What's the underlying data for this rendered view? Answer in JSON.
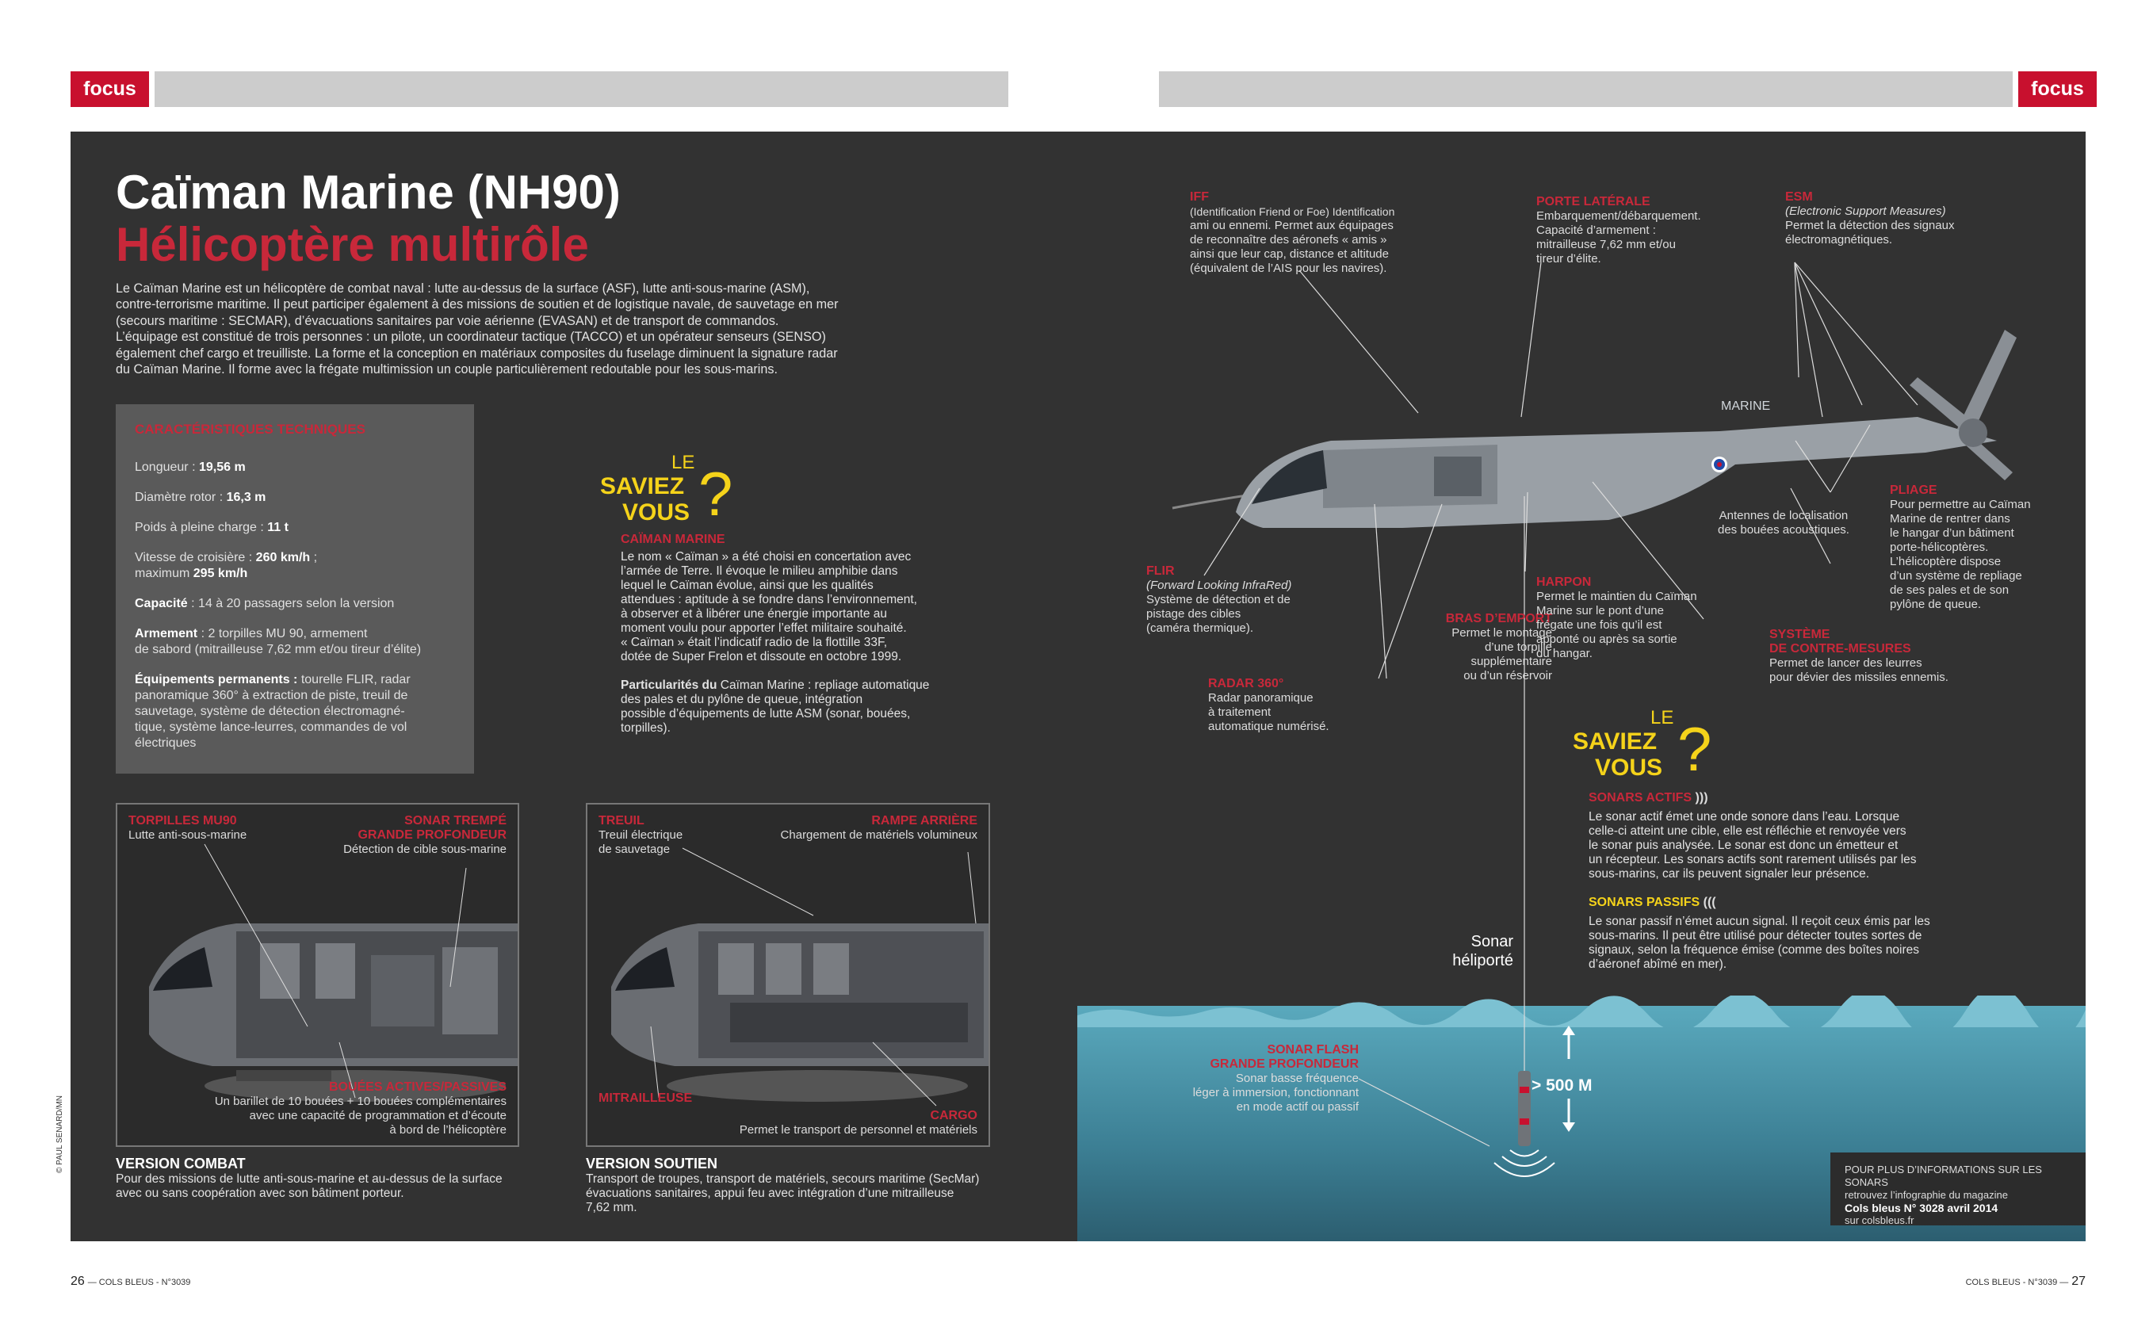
{
  "header": {
    "tag_left": "focus",
    "tag_right": "focus"
  },
  "title": {
    "line1": "Caïman Marine (NH90)",
    "line2": "Hélicoptère multirôle"
  },
  "intro": [
    "Le Caïman Marine est un hélicoptère de combat naval : lutte au-dessus de la surface (ASF), lutte anti-sous-marine (ASM),",
    "contre-terrorisme maritime. Il peut participer également à des missions de soutien et de logistique navale, de sauvetage en mer",
    "(secours maritime : SECMAR), d’évacuations sanitaires par voie aérienne (EVASAN) et de transport de commandos.",
    "L’équipage est constitué de trois personnes : un pilote, un coordinateur tactique (TACCO) et un opérateur senseurs (SENSO)",
    "également chef cargo et treuilliste. La forme et la conception en matériaux composites du fuselage diminuent la signature radar",
    "du Caïman Marine. Il forme avec la frégate multimission un couple particulièrement redoutable pour les sous-marins."
  ],
  "characteristics": {
    "title": "CARACTÉRISTIQUES TECHNIQUES",
    "items": [
      {
        "label": "Longueur : ",
        "value": "19,56 m"
      },
      {
        "label": "Diamètre rotor : ",
        "value": "16,3 m"
      },
      {
        "label": "Poids à pleine charge : ",
        "value": "11 t"
      },
      {
        "label": "Vitesse de croisière : ",
        "value": "260 km/h",
        "extra1": " ;",
        "extra2": "maximum ",
        "value2": "295 km/h"
      },
      {
        "label": "Capacité",
        "value": " : 14 à 20 passagers selon la version"
      },
      {
        "label": "Armement",
        "value": " : 2 torpilles MU 90, armement",
        "value2": "de sabord (mitrailleuse 7,62 mm et/ou tireur d’élite)"
      },
      {
        "label": "Équipements permanents :",
        "lines": [
          " tourelle FLIR, radar",
          "panoramique 360° à extraction de piste, treuil de",
          "sauvetage, système de détection électromagné-",
          "tique, système lance-leurres, commandes de vol",
          "électriques"
        ]
      }
    ]
  },
  "did_you_know_1": {
    "le": "LE",
    "saviez": "SAVIEZ",
    "vous": "VOUS",
    "q": "?",
    "heading": "CAÏMAN MARINE",
    "text": [
      "Le nom « Caïman » a été choisi en concertation avec",
      "l’armée de Terre. Il évoque le milieu amphibie dans",
      "lequel le Caïman évolue, ainsi que les qualités",
      "attendues : aptitude à se fondre dans l’environnement,",
      "à observer et à libérer une énergie importante au",
      "moment voulu pour apporter l’effet militaire souhaité.",
      "« Caïman » était l’indicatif radio de la flottille 33F,",
      "dotée de Super Frelon et dissoute en octobre 1999."
    ],
    "part_label": "Particularités du",
    "part_text": [
      "Caïman Marine : repliage automatique",
      "des pales et du pylône de queue, intégration",
      "possible d’équipements de lutte ASM (sonar, bouées,",
      "torpilles)."
    ]
  },
  "combat": {
    "t1_label": "TORPILLES MU90",
    "t1_desc": "Lutte anti-sous-marine",
    "t2_label1": "SONAR TREMPÉ",
    "t2_label2": "GRANDE PROFONDEUR",
    "t2_desc": "Détection de cible sous-marine",
    "t3_label": "BOUÉES ACTIVES/PASSIVES",
    "t3_desc": [
      "Un barillet de 10 bouées + 10 bouées complémentaires",
      "avec une capacité de programmation et d’écoute",
      "à bord de l’hélicoptère"
    ],
    "title": "VERSION COMBAT",
    "text": [
      "Pour des missions de lutte anti-sous-marine et au-dessus de la surface",
      "avec ou sans coopération avec son bâtiment porteur."
    ]
  },
  "soutien": {
    "t1_label": "TREUIL",
    "t1_desc": [
      "Treuil électrique",
      "de sauvetage"
    ],
    "t2_label": "RAMPE ARRIÈRE",
    "t2_desc": "Chargement de matériels volumineux",
    "t3_label": "MITRAILLEUSE",
    "t4_label": "CARGO",
    "t4_desc": "Permet le transport de personnel et matériels",
    "title": "VERSION SOUTIEN",
    "text": [
      "Transport de troupes, transport de matériels, secours maritime (SecMar)",
      "évacuations sanitaires, appui feu avec intégration d’une mitrailleuse",
      "7,62 mm."
    ]
  },
  "labels": {
    "iff": {
      "title": "IFF",
      "lines": [
        "(Identification Friend or Foe) Identification",
        "ami ou ennemi. Permet aux équipages",
        "de reconnaître des aéronefs « amis »",
        "ainsi que leur cap, distance et altitude",
        "(équivalent de l’AIS pour les navires)."
      ]
    },
    "porte": {
      "title": "PORTE LATÉRALE",
      "lines": [
        "Embarquement/débarquement.",
        "Capacité d’armement :",
        "mitrailleuse 7,62 mm et/ou",
        "tireur d’élite."
      ]
    },
    "esm": {
      "title": "ESM",
      "lines": [
        "(Electronic Support Measures)",
        "Permet la détection des signaux",
        "électromagnétiques."
      ]
    },
    "antennes": {
      "lines": [
        "Antennes de localisation",
        "des bouées acoustiques."
      ]
    },
    "pliage": {
      "title": "PLIAGE",
      "lines": [
        "Pour permettre au Caïman",
        "Marine de rentrer dans",
        "le hangar d’un bâtiment",
        "porte-hélicoptères.",
        "L’hélicoptère dispose",
        "d’un système de repliage",
        "de ses pales et de son",
        "pylône de queue."
      ]
    },
    "flir": {
      "title": "FLIR",
      "lines": [
        "(Forward Looking InfraRed)",
        "Système de détection et de",
        "pistage des cibles",
        "(caméra thermique)."
      ]
    },
    "bras": {
      "title": "BRAS D’EMPORT",
      "lines": [
        "Permet le montage",
        "d’une torpille",
        "supplémentaire",
        "ou d’un réservoir"
      ]
    },
    "harpon": {
      "title": "HARPON",
      "lines": [
        "Permet le maintien du Caïman",
        "Marine sur le pont d’une",
        "frégate une fois qu’il est",
        "apponté ou après sa sortie",
        "du hangar."
      ]
    },
    "contre": {
      "title1": "SYSTÈME",
      "title2": "DE CONTRE-MESURES",
      "lines": [
        "Permet de lancer des leurres",
        "pour dévier des missiles ennemis."
      ]
    },
    "radar": {
      "title": "RADAR 360°",
      "lines": [
        "Radar panoramique",
        "à traitement",
        "automatique numérisé."
      ]
    }
  },
  "did_you_know_2": {
    "le": "LE",
    "saviez": "SAVIEZ",
    "vous": "VOUS",
    "q": "?",
    "actifs_title": "SONARS ACTIFS",
    "actifs_text": [
      "Le sonar actif émet une onde sonore dans l’eau. Lorsque",
      "celle-ci atteint une cible, elle est réfléchie et renvoyée vers",
      "le sonar puis analysée. Le sonar est donc un émetteur et",
      "un récepteur. Les sonars actifs sont rarement utilisés par les",
      "sous-marins, car ils peuvent signaler leur présence."
    ],
    "passifs_title": "SONARS PASSIFS",
    "passifs_text": [
      "Le sonar passif n’émet aucun signal. Il reçoit ceux émis par les",
      "sous-marins. Il peut être utilisé pour détecter toutes sortes de",
      "signaux, selon la fréquence émise (comme des boîtes noires",
      "d’aéronef abîmé en mer)."
    ]
  },
  "sonar": {
    "heliporte": [
      "Sonar",
      "héliporté"
    ],
    "flash_title1": "SONAR FLASH",
    "flash_title2": "GRANDE PROFONDEUR",
    "flash_desc": [
      "Sonar basse fréquence",
      "léger à immersion, fonctionnant",
      "en mode actif ou passif"
    ],
    "depth": "> 500 M"
  },
  "info_box": {
    "lines": [
      "POUR PLUS D’INFORMATIONS SUR LES SONARS",
      "retrouvez l’infographie du magazine",
      "Cols bleus N° 3028 avril 2014",
      "sur colsbleus.fr"
    ]
  },
  "credit": "© PAUL SENARD/MN",
  "footer": {
    "left_num": "26",
    "left_text": "— COLS BLEUS - N°3039",
    "right_text": "COLS BLEUS - N°3039 —",
    "right_num": "27"
  },
  "heli_text": "MARINE",
  "colors": {
    "accent": "#c8283a",
    "panel": "#323232",
    "yellow": "#f5d31a",
    "sea": "#4b9bb0"
  }
}
